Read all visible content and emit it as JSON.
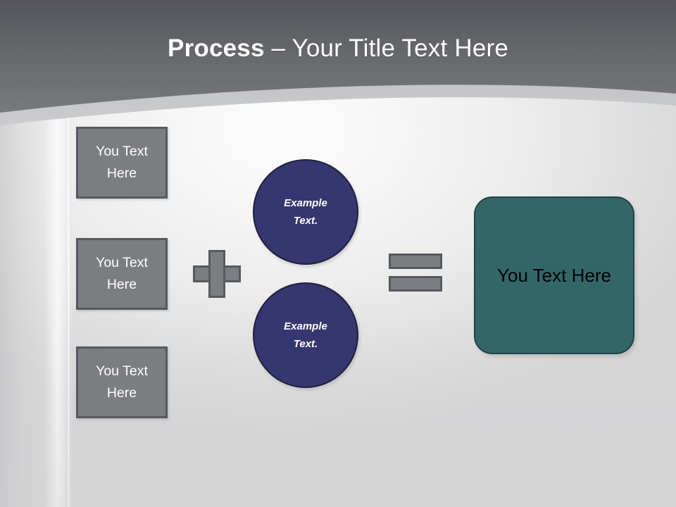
{
  "slide": {
    "title_strong": "Process",
    "title_separator": " – ",
    "title_light": "Your Title Text Here"
  },
  "inputs": {
    "boxes": [
      {
        "label_line1": "You Text",
        "label_line2": "Here"
      },
      {
        "label_line1": "You Text",
        "label_line2": "Here"
      },
      {
        "label_line1": "You Text",
        "label_line2": "Here"
      }
    ]
  },
  "operators": {
    "plus": "+",
    "equals": "="
  },
  "circles": [
    {
      "line1": "Example",
      "line2": "Text."
    },
    {
      "line1": "Example",
      "line2": "Text."
    }
  ],
  "result": {
    "label": "You Text Here"
  },
  "colors": {
    "header_top": "#55565c",
    "header_bottom": "#76787b",
    "header_band": "#b9babd",
    "gray_fill": "#7b7d80",
    "gray_border": "#565a5e",
    "navy_fill": "#363670",
    "navy_border": "#20203c",
    "teal_fill": "#336669",
    "teal_border": "#1f4447",
    "body_light": "#f6f6f7",
    "body_dark": "#dcdcdc",
    "title_text": "#ffffff",
    "result_text": "#000000"
  }
}
